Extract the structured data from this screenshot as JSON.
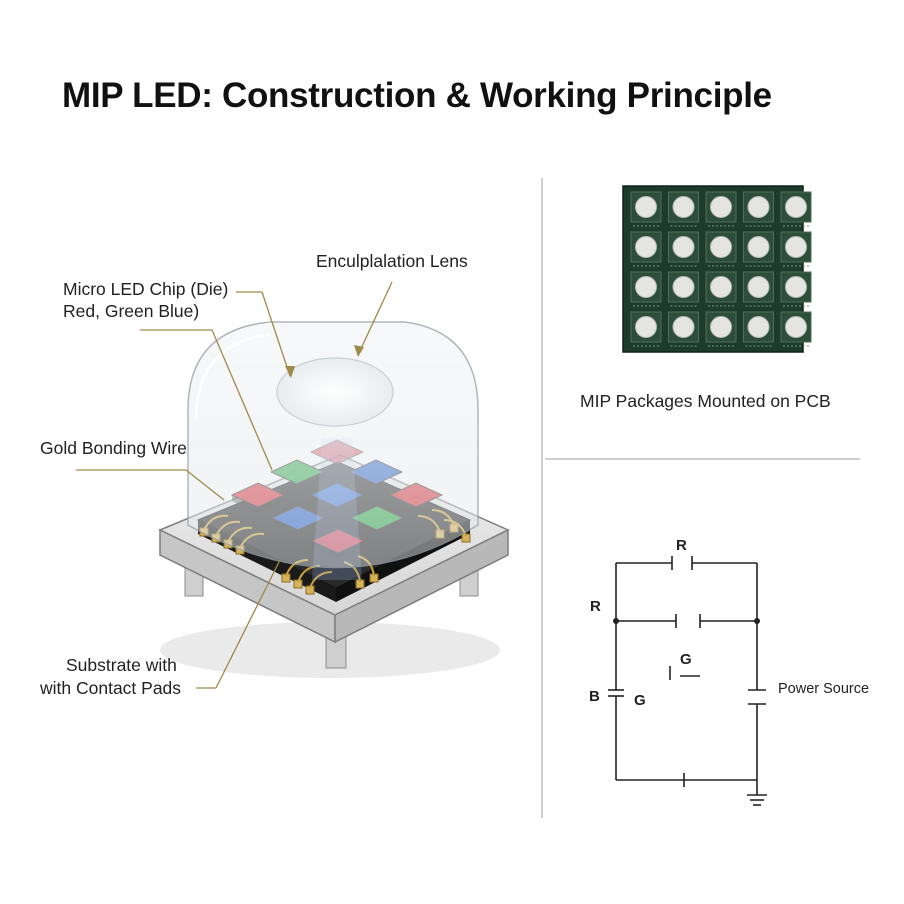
{
  "title": "MIP LED: Construction & Working Principle",
  "labels": {
    "lens": "Enculplalation Lens",
    "chip_line1": "Micro LED Chip (Die)",
    "chip_line2": "Red, Green Blue)",
    "wire": "Gold Bonding Wire",
    "substrate_line1": "Substrate with",
    "substrate_line2": "with Contact Pads"
  },
  "pcb_caption": "MIP Packages Mounted on PCB",
  "circuit": {
    "r_top": "R",
    "r_left": "R",
    "g_mid": "G",
    "b": "B",
    "g_low": "G",
    "power": "Power Source"
  },
  "colors": {
    "red_led": "#d8323a",
    "green_led": "#2fa84a",
    "blue_led": "#2a63c9",
    "pcb": "#1d3b2b",
    "leader": "#a08a4a"
  }
}
